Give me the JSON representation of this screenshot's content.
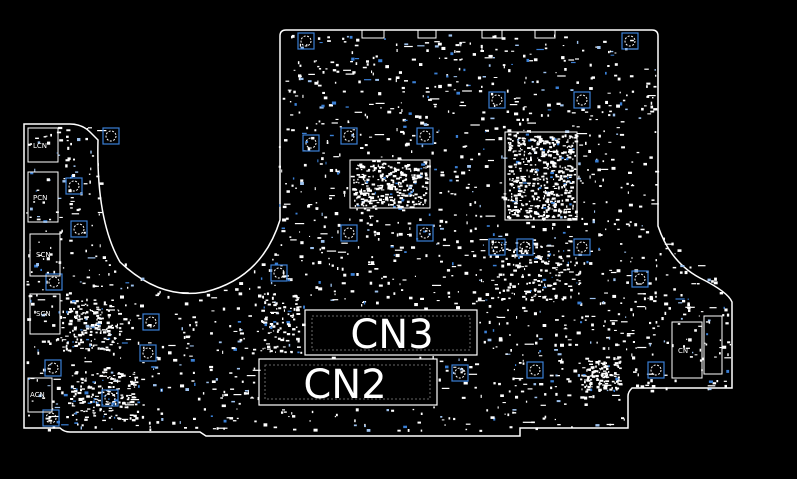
{
  "colors": {
    "background": "#000000",
    "outline": "#ffffff",
    "component": "#ffffff",
    "highlight": "#3a7fd5",
    "highlight_light": "#9ec2ee"
  },
  "connectors": {
    "cn3": "CN3",
    "cn2": "CN2"
  },
  "left_ports": {
    "port1": "LCN",
    "port2": "PCN",
    "port3": "SCN",
    "port4": "SCN",
    "port5": "ACN"
  },
  "right_ports": {
    "port1": "CN"
  }
}
